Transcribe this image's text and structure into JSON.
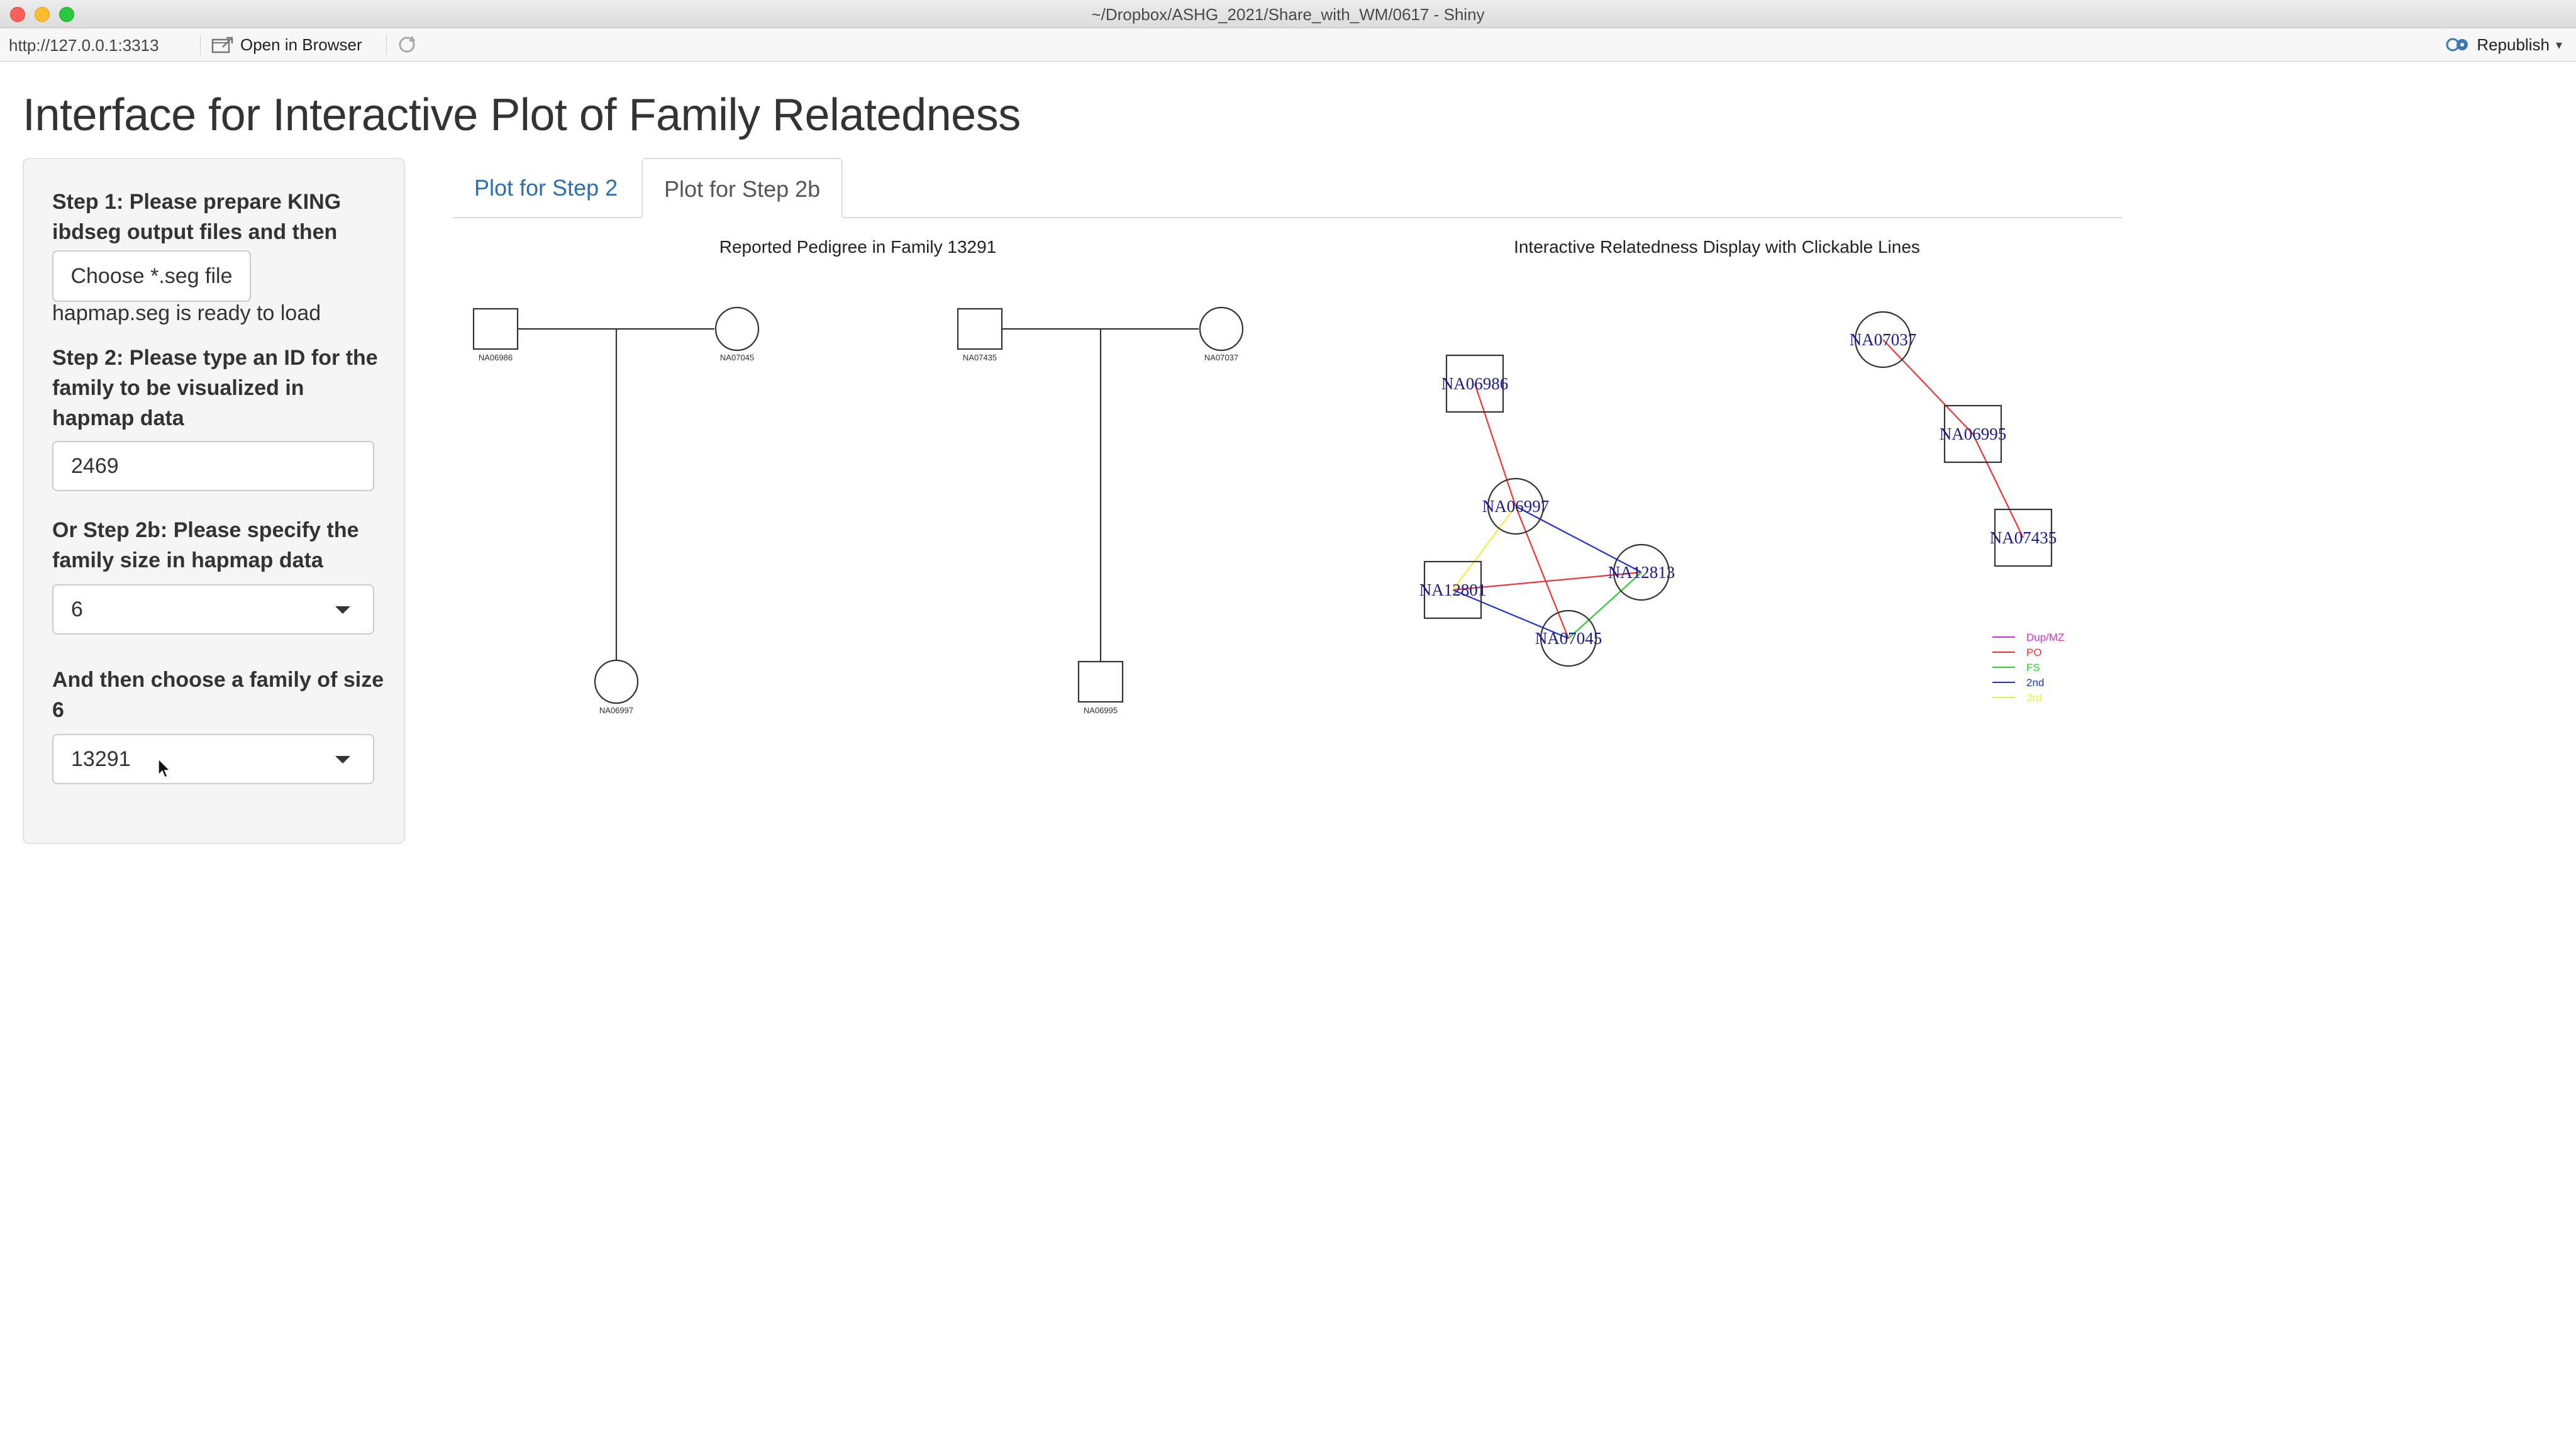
{
  "window": {
    "title": "~/Dropbox/ASHG_2021/Share_with_WM/0617 - Shiny"
  },
  "toolbar": {
    "url": "http://127.0.0.1:3313",
    "open_in_browser": "Open in Browser",
    "republish": "Republish"
  },
  "page": {
    "title": "Interface for Interactive Plot of Family Relatedness"
  },
  "sidebar": {
    "step1_label": "Step 1: Please prepare KING ibdseg output files and then",
    "file_button": "Choose *.seg file",
    "file_status": "hapmap.seg is ready to load",
    "step2_label": "Step 2: Please type an ID for the family to be visualized in hapmap data",
    "family_id_value": "2469",
    "step2b_label": "Or Step 2b: Please specify the family size in hapmap data",
    "family_size_value": "6",
    "choose_family_label": "And then choose a family of size 6",
    "family_value": "13291"
  },
  "tabs": [
    {
      "label": "Plot for Step 2",
      "active": false
    },
    {
      "label": "Plot for Step 2b",
      "active": true
    }
  ],
  "plots": {
    "pedigree_title": "Reported Pedigree in Family 13291",
    "network_title": "Interactive Relatedness Display with Clickable Lines",
    "pedigree_members": [
      {
        "id": "NA06986",
        "shape": "square"
      },
      {
        "id": "NA07045",
        "shape": "circle"
      },
      {
        "id": "NA06997",
        "shape": "circle"
      },
      {
        "id": "NA07435",
        "shape": "square"
      },
      {
        "id": "NA07037",
        "shape": "circle"
      },
      {
        "id": "NA06995",
        "shape": "square"
      }
    ],
    "network_nodes": [
      {
        "id": "NA06986",
        "shape": "square"
      },
      {
        "id": "NA06997",
        "shape": "circle"
      },
      {
        "id": "NA12801",
        "shape": "square"
      },
      {
        "id": "NA12813",
        "shape": "circle"
      },
      {
        "id": "NA07045",
        "shape": "circle"
      },
      {
        "id": "NA07037",
        "shape": "circle"
      },
      {
        "id": "NA06995",
        "shape": "square"
      },
      {
        "id": "NA07435",
        "shape": "square"
      }
    ],
    "network_edges": [
      {
        "from": "NA06986",
        "to": "NA06997",
        "type": "PO"
      },
      {
        "from": "NA06997",
        "to": "NA07045",
        "type": "PO"
      },
      {
        "from": "NA12801",
        "to": "NA12813",
        "type": "PO"
      },
      {
        "from": "NA06997",
        "to": "NA12813",
        "type": "2nd"
      },
      {
        "from": "NA12801",
        "to": "NA07045",
        "type": "2nd"
      },
      {
        "from": "NA12813",
        "to": "NA07045",
        "type": "FS"
      },
      {
        "from": "NA06997",
        "to": "NA12801",
        "type": "3rd"
      },
      {
        "from": "NA07037",
        "to": "NA06995",
        "type": "PO"
      },
      {
        "from": "NA06995",
        "to": "NA07435",
        "type": "PO"
      }
    ],
    "legend": [
      {
        "label": "Dup/MZ",
        "color": "#cc33cc"
      },
      {
        "label": "PO",
        "color": "#ee3333"
      },
      {
        "label": "FS",
        "color": "#33cc33"
      },
      {
        "label": "2nd",
        "color": "#2233cc"
      },
      {
        "label": "3rd",
        "color": "#eeee44"
      }
    ]
  },
  "colors": {
    "tab_link": "#2a6fb0",
    "node_label": "#1a1a8c"
  }
}
